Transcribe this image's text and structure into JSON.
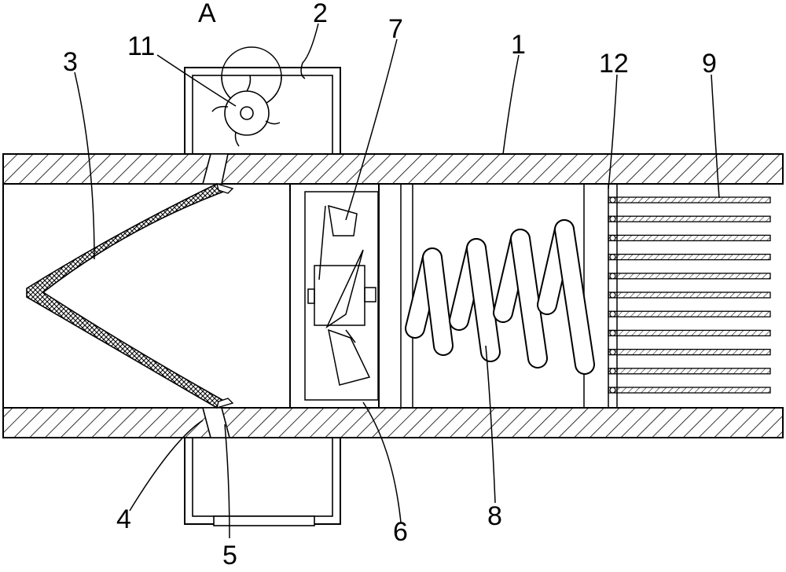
{
  "diagram": {
    "callouts": [
      {
        "id": "c-A",
        "text": "A"
      },
      {
        "id": "c-2",
        "text": "2"
      },
      {
        "id": "c-11",
        "text": "11"
      },
      {
        "id": "c-7",
        "text": "7"
      },
      {
        "id": "c-1",
        "text": "1"
      },
      {
        "id": "c-12",
        "text": "12"
      },
      {
        "id": "c-9",
        "text": "9"
      },
      {
        "id": "c-3",
        "text": "3"
      },
      {
        "id": "c-4",
        "text": "4"
      },
      {
        "id": "c-5",
        "text": "5"
      },
      {
        "id": "c-6",
        "text": "6"
      },
      {
        "id": "c-8",
        "text": "8"
      }
    ],
    "fin_count": 11,
    "coil_turns": 4
  }
}
